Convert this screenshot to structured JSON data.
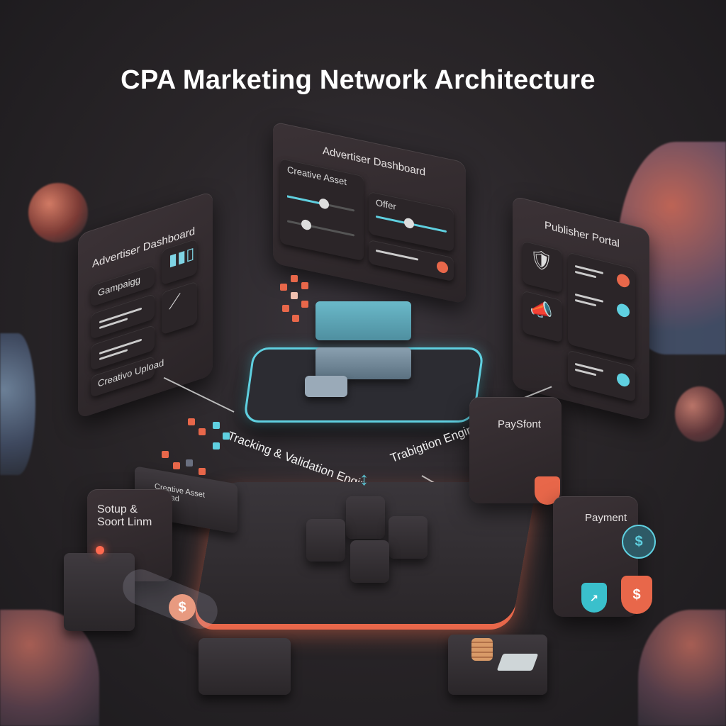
{
  "title": "CPA Marketing Network Architecture",
  "left_panel": {
    "title": "Advertiser Dashboard",
    "items": [
      "Gampaigg",
      "Creativo Upload"
    ],
    "icons": [
      "bar-chart-icon",
      "line-chart-icon"
    ]
  },
  "center_panel": {
    "title": "Advertiser Dashboard",
    "cards": [
      "Creative Asset",
      "Offer"
    ]
  },
  "right_panel": {
    "title": "Publisher Portal"
  },
  "labels": {
    "tracking": "Tracking & Validation Engine",
    "engine": "Trabigtion Engine",
    "payment_front": "PaySfont",
    "payment": "Payment",
    "creative_upload": "Creative Asset Upload",
    "setup": "Sotup & Soort Linm"
  },
  "colors": {
    "accent_cyan": "#5fd0e0",
    "accent_coral": "#e8674a",
    "background": "#2a2629"
  }
}
